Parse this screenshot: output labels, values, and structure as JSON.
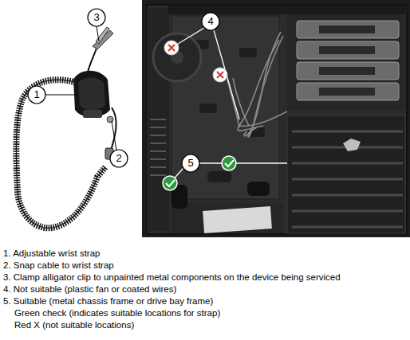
{
  "diagram": {
    "labels": [
      "3",
      "1",
      "2",
      "4",
      "5",
      "1. Adjustable wrist strap",
      "2. Snap cable to wrist strap",
      "3. Clamp alligator clip to unpainted metal components on the device being serviced",
      "4. Not suitable (plastic fan or coated wires)",
      "5. Suitable (metal chassis frame or drive bay frame)",
      "Green check (indicates suitable locations for strap)",
      "Red X (not suitable locations)"
    ]
  }
}
